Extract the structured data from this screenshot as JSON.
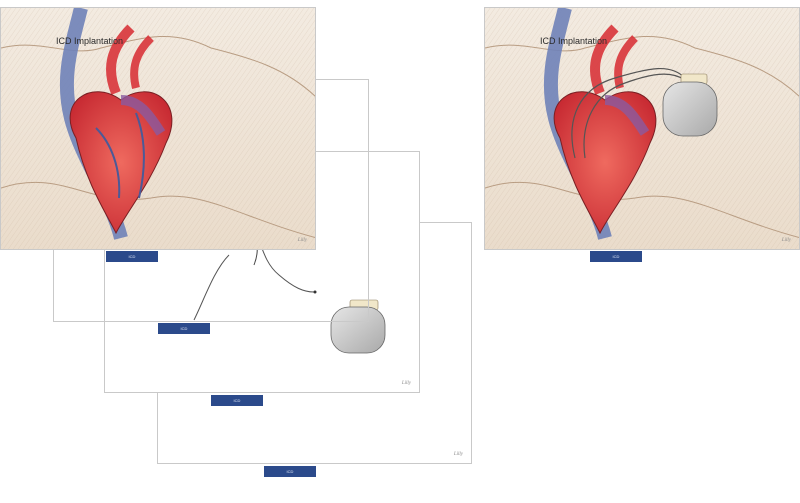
{
  "illustration": {
    "title": "ICD Implantation",
    "tab_label": "ICD",
    "signature": "Lilly",
    "colors": {
      "skin": "#efe4d6",
      "sketch": "#b89c82",
      "heart_red": "#d8343a",
      "vein_blue": "#6f82b8",
      "purple": "#8a5aa0",
      "device": "#cfcfcf",
      "tab": "#2b4a8b"
    }
  }
}
